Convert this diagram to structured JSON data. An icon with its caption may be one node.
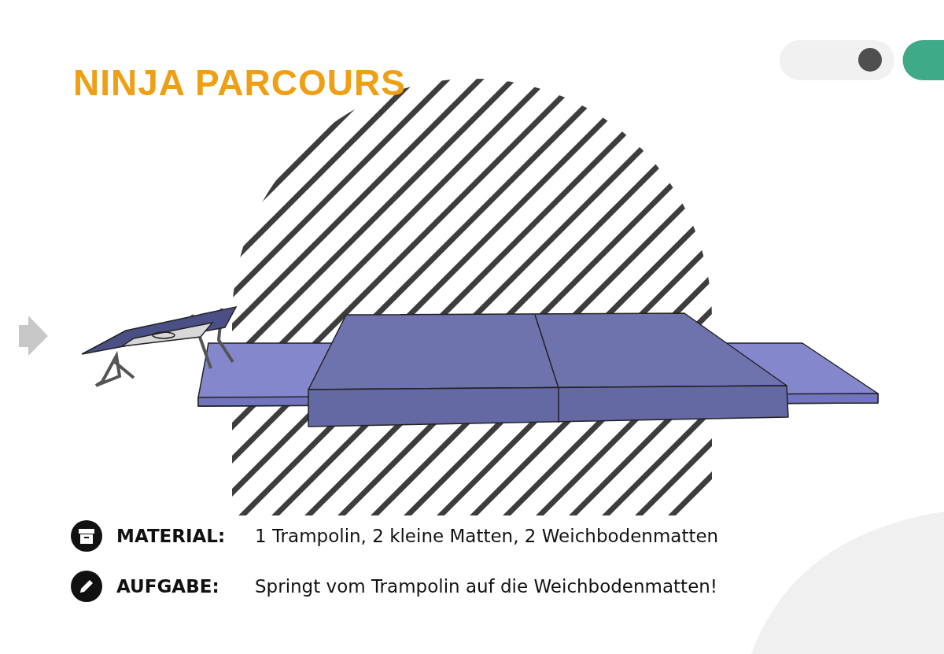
{
  "diagram": {
    "title": "NINJA PARCOURS",
    "labels": [
      "MATERIAL:",
      "1 Trampolin, 2 kleine Matten, 2 Weichbodenmatten",
      "AUFGABE:",
      "Springt vom Trampolin auf die Weichbodenmatten!"
    ]
  }
}
